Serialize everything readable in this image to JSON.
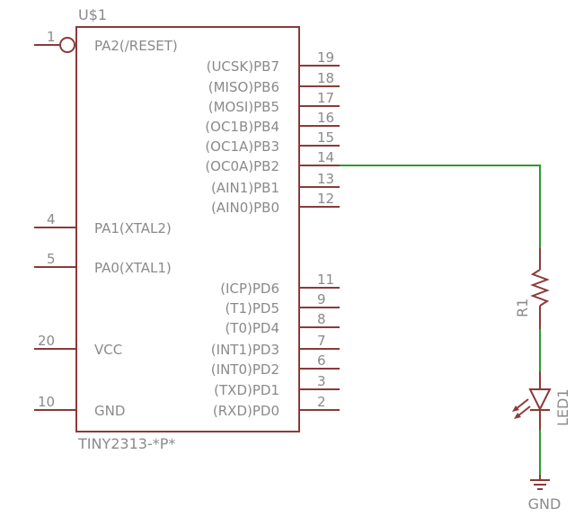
{
  "chip": {
    "ref": "U$1",
    "value": "TINY2313-*P*",
    "left_pins": [
      {
        "num": "1",
        "label": "PA2(/RESET)",
        "inverted": true
      },
      {
        "num": "4",
        "label": "PA1(XTAL2)"
      },
      {
        "num": "5",
        "label": "PA0(XTAL1)"
      },
      {
        "num": "20",
        "label": "VCC"
      },
      {
        "num": "10",
        "label": "GND"
      }
    ],
    "right_pins": [
      {
        "num": "19",
        "label": "(UCSK)PB7"
      },
      {
        "num": "18",
        "label": "(MISO)PB6"
      },
      {
        "num": "17",
        "label": "(MOSI)PB5"
      },
      {
        "num": "16",
        "label": "(OC1B)PB4"
      },
      {
        "num": "15",
        "label": "(OC1A)PB3"
      },
      {
        "num": "14",
        "label": "(OC0A)PB2"
      },
      {
        "num": "13",
        "label": "(AIN1)PB1"
      },
      {
        "num": "12",
        "label": "(AIN0)PB0"
      },
      {
        "num": "11",
        "label": "(ICP)PD6"
      },
      {
        "num": "9",
        "label": "(T1)PD5"
      },
      {
        "num": "8",
        "label": "(T0)PD4"
      },
      {
        "num": "7",
        "label": "(INT1)PD3"
      },
      {
        "num": "6",
        "label": "(INT0)PD2"
      },
      {
        "num": "3",
        "label": "(TXD)PD1"
      },
      {
        "num": "2",
        "label": "(RXD)PD0"
      }
    ]
  },
  "resistor": {
    "ref": "R1"
  },
  "led": {
    "ref": "LED1"
  },
  "ground": {
    "label": "GND"
  },
  "colors": {
    "component": "#8b3a3a",
    "wire": "#2e9a2e",
    "text": "#8a8a8a"
  }
}
